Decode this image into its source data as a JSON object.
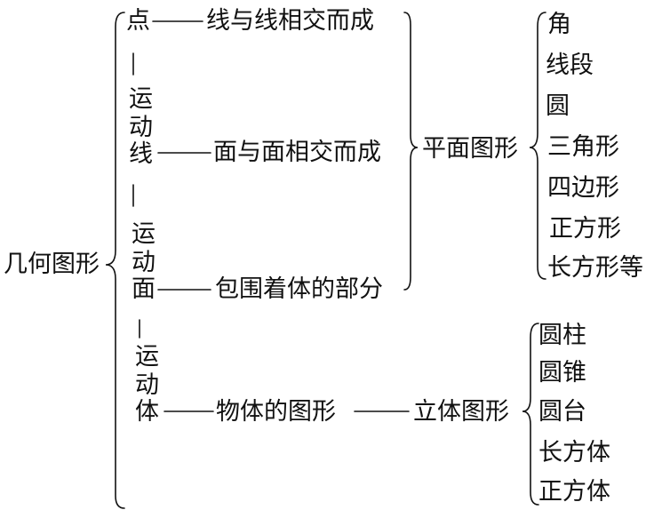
{
  "root": "几何图形",
  "chain": {
    "point": "点",
    "point_desc": "线与线相交而成",
    "move1": "运动",
    "line": "线",
    "line_desc": "面与面相交而成",
    "move2": "运动",
    "surface": "面",
    "surface_desc": "包围着体的部分",
    "move3": "运动",
    "solid": "体",
    "solid_desc": "物体的图形"
  },
  "plane": {
    "label": "平面图形",
    "items": [
      "角",
      "线段",
      "圆",
      "三角形",
      "四边形",
      "正方形",
      "长方形等"
    ]
  },
  "solid_figures": {
    "label": "立体图形",
    "items": [
      "圆柱",
      "圆锥",
      "圆台",
      "长方体",
      "正方体"
    ]
  },
  "colors": {
    "ink": "#111111",
    "background": "#ffffff"
  }
}
